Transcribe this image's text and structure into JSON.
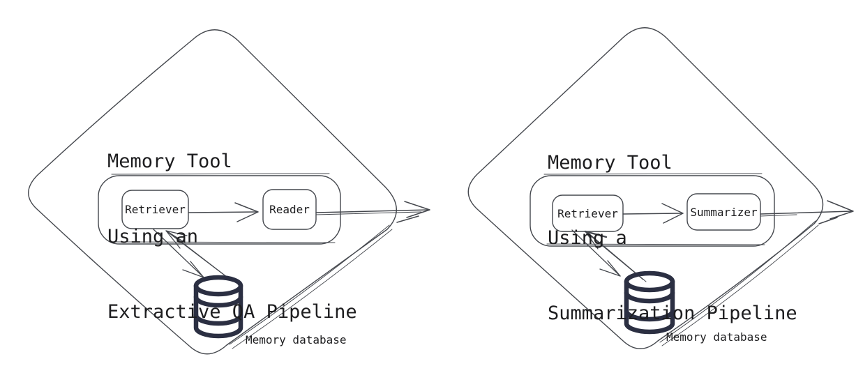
{
  "colors": {
    "background": "#ffffff",
    "stroke": "#45484e",
    "text": "#1d1d1f",
    "database": "#2b2f42"
  },
  "panels": [
    {
      "name": "extractive-qa",
      "title_lines": [
        "Memory Tool",
        "Using an",
        "Extractive QA Pipeline"
      ],
      "nodes": [
        "Retriever",
        "Reader"
      ],
      "database_label": "Memory database"
    },
    {
      "name": "summarization",
      "title_lines": [
        "Memory Tool",
        "Using a",
        "Summarization Pipeline"
      ],
      "nodes": [
        "Retriever",
        "Summarizer"
      ],
      "database_label": "Memory database"
    }
  ]
}
